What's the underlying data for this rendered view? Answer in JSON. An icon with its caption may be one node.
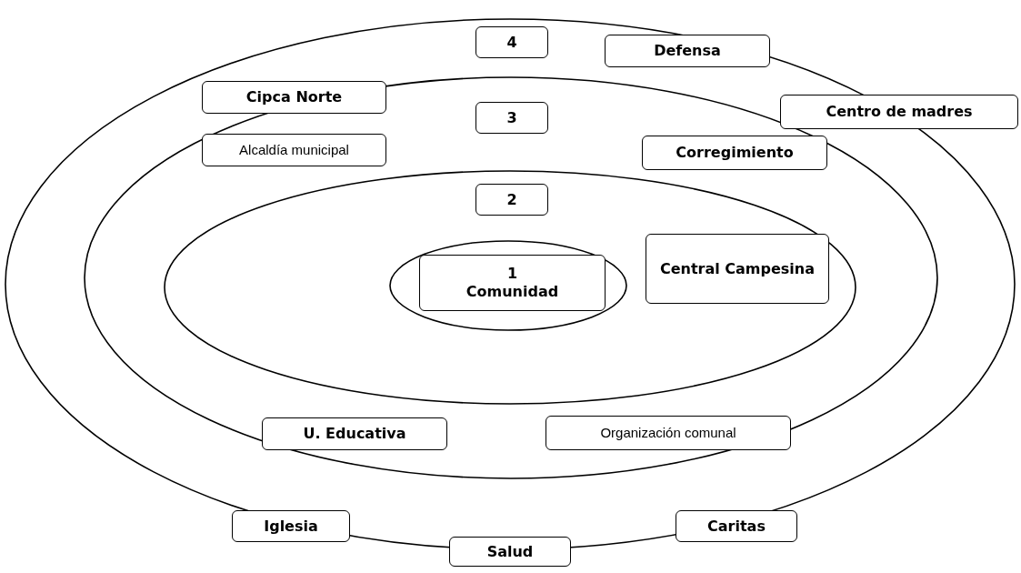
{
  "diagram": {
    "nodes": [
      {
        "text": [],
        "shape": "ellipse"
      },
      {
        "text": [
          "4"
        ],
        "in": 0
      },
      {
        "text": [
          "Defensa"
        ],
        "in": 0
      },
      {
        "text": [
          "Cipca Norte"
        ],
        "in": 0
      },
      {
        "text": [
          "Centro de madres"
        ]
      },
      {
        "text": [],
        "shape": "ellipse",
        "in": 0
      },
      {
        "text": [
          "3"
        ],
        "in": 5
      },
      {
        "text": [
          "Alcaldía municipal"
        ],
        "in": 5
      },
      {
        "text": [
          "Corregimiento"
        ],
        "in": 5
      },
      {
        "text": [],
        "shape": "ellipse",
        "in": 5
      },
      {
        "text": [
          "2"
        ],
        "in": 9
      },
      {
        "text": [
          "Central Campesina"
        ],
        "in": 9
      },
      {
        "text": [],
        "shape": "ellipse",
        "in": 9
      },
      {
        "text": [
          "1",
          "Comunidad"
        ],
        "in": 12
      },
      {
        "text": [
          "U. Educativa"
        ],
        "in": 5
      },
      {
        "text": [
          "Organización comunal"
        ],
        "in": 5
      },
      {
        "text": [
          "Iglesia"
        ]
      },
      {
        "text": [
          "Caritas"
        ]
      },
      {
        "text": [
          "Salud"
        ]
      }
    ]
  }
}
